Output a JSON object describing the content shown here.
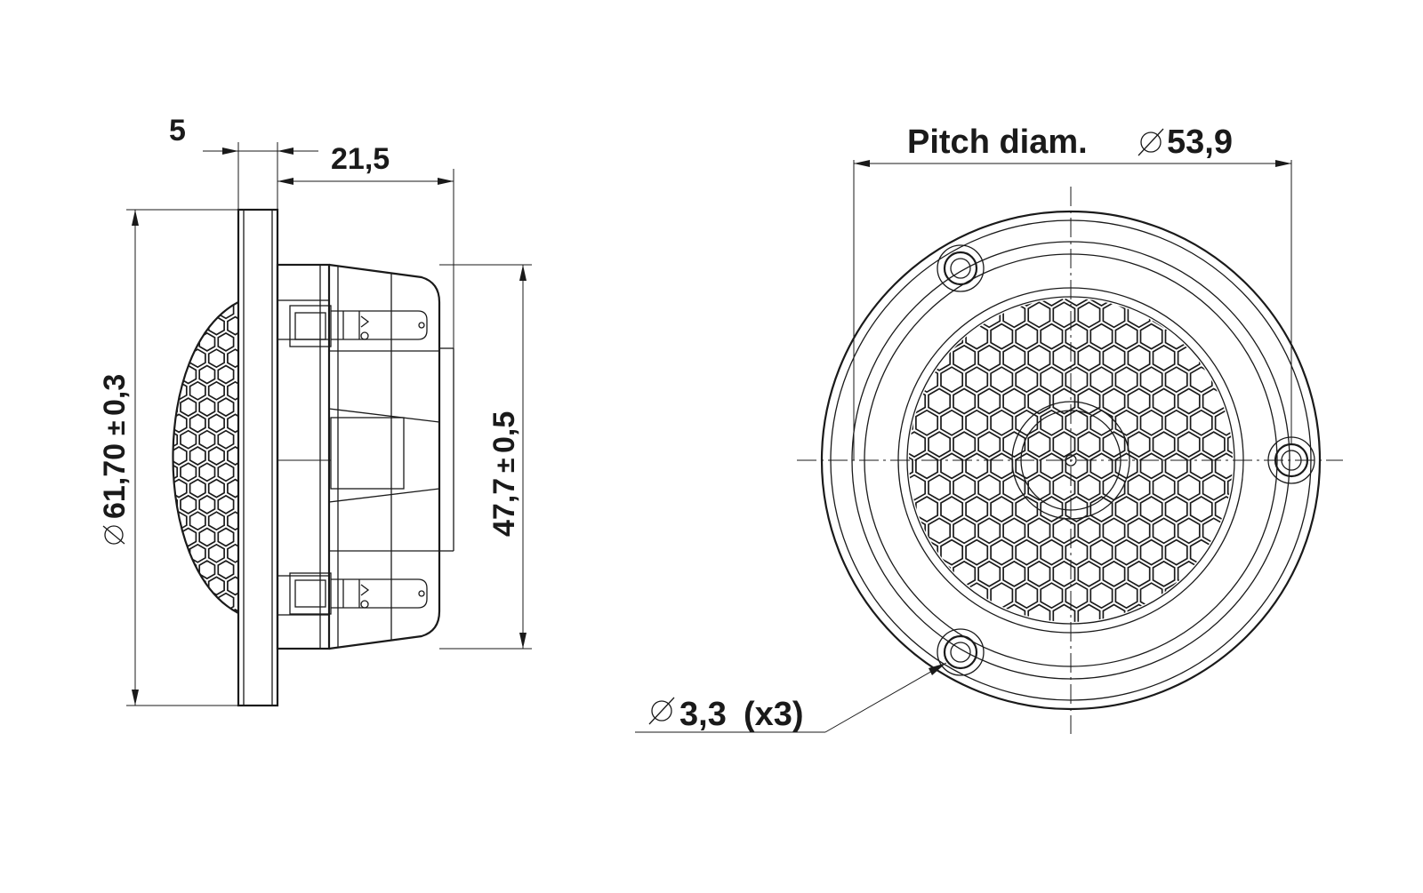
{
  "drawing": {
    "side_view": {
      "dim_flange": "5",
      "dim_depth": "21,5",
      "dim_outer_diameter": "61,70",
      "dim_outer_tolerance": "0,3",
      "dim_body_height": "47,7",
      "dim_body_tolerance": "0,5"
    },
    "front_view": {
      "pitch_label": "Pitch diam.",
      "pitch_value": "53,9",
      "hole_value": "3,3",
      "hole_count": "(x3)"
    },
    "symbols": {
      "diameter": "ø",
      "plus_minus": "±"
    }
  }
}
